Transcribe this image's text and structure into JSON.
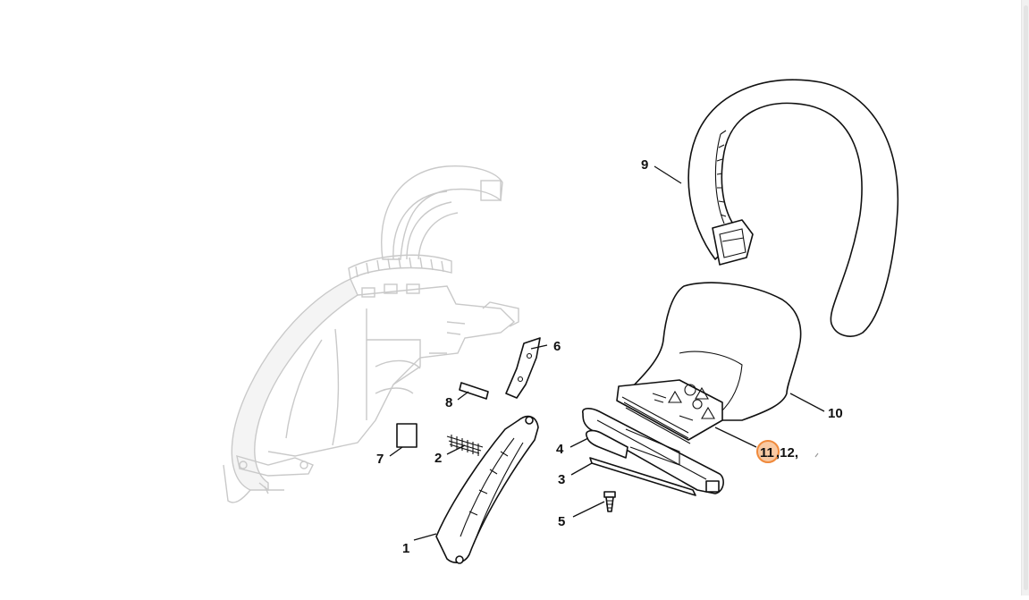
{
  "diagram": {
    "callouts": {
      "c1": "1",
      "c2": "2",
      "c3": "3",
      "c4": "4",
      "c5": "5",
      "c6": "6",
      "c7": "7",
      "c8": "8",
      "c9": "9",
      "c10": "10",
      "c11": "11",
      "c12": ",12,"
    },
    "highlight_color": "#f08a3c",
    "line_color": "#111111",
    "ghost_color": "#c9c9c9"
  }
}
